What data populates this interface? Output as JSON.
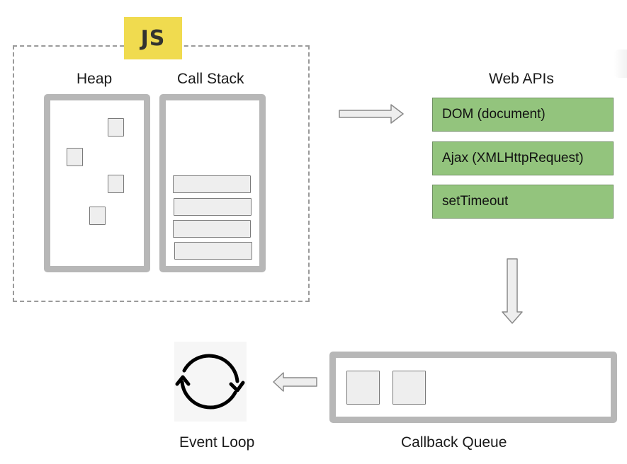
{
  "diagram": {
    "title": "JavaScript Runtime - Event Loop",
    "js_runtime": {
      "badge": "JS",
      "badge_color": "#f0db4f",
      "heap": {
        "label": "Heap",
        "object_count": 4
      },
      "call_stack": {
        "label": "Call Stack",
        "frame_count": 4
      }
    },
    "web_apis": {
      "label": "Web APIs",
      "color": "#93c47d",
      "items": [
        {
          "label": "DOM (document)"
        },
        {
          "label": "Ajax (XMLHttpRequest)"
        },
        {
          "label": "setTimeout"
        }
      ]
    },
    "callback_queue": {
      "label": "Callback Queue",
      "item_count": 2
    },
    "event_loop": {
      "label": "Event Loop",
      "icon": "cycle-arrows-icon"
    },
    "flows": [
      {
        "from": "Call Stack",
        "to": "Web APIs",
        "direction": "right"
      },
      {
        "from": "Web APIs",
        "to": "Callback Queue",
        "direction": "down"
      },
      {
        "from": "Callback Queue",
        "to": "Event Loop",
        "direction": "left"
      }
    ]
  }
}
